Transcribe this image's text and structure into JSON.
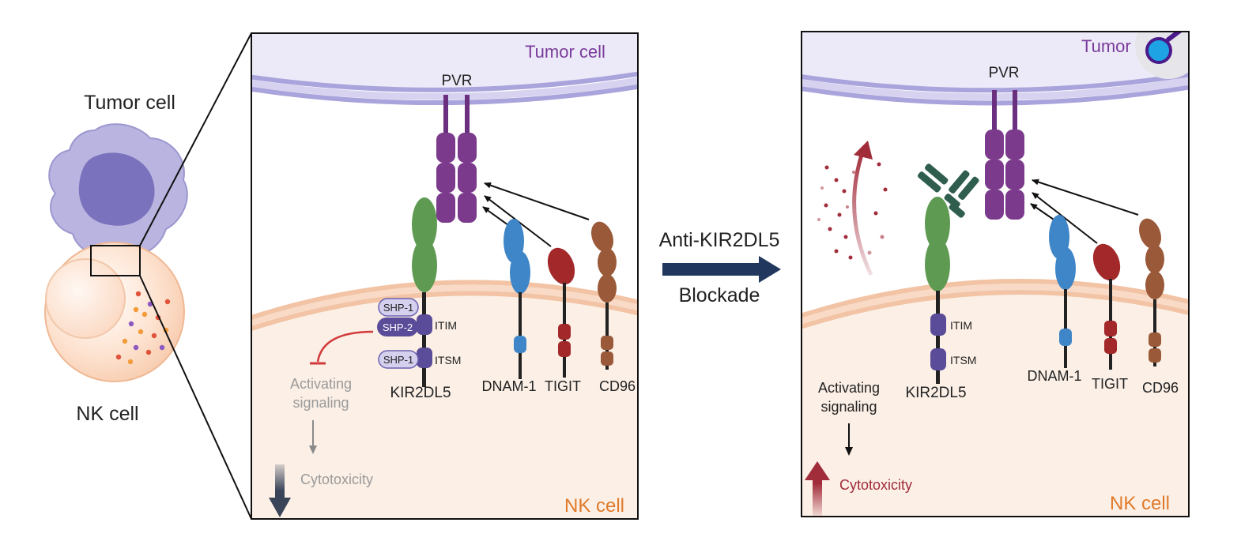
{
  "overview": {
    "tumor_label": "Tumor cell",
    "nk_label": "NK cell"
  },
  "arrow": {
    "top_label": "Anti-KIR2DL5",
    "bottom_label": "Blockade"
  },
  "left_panel": {
    "tumor_label": "Tumor cell",
    "nk_label": "NK cell",
    "pvr_label": "PVR",
    "shp1_top": "SHP-1",
    "shp2": "SHP-2",
    "shp1_bottom": "SHP-1",
    "itim": "ITIM",
    "itsm": "ITSM",
    "kir_label": "KIR2DL5",
    "dnam_label": "DNAM-1",
    "tigit_label": "TIGIT",
    "cd96_label": "CD96",
    "activating_line1": "Activating",
    "activating_line2": "signaling",
    "cytotoxicity": "Cytotoxicity"
  },
  "right_panel": {
    "tumor_label": "Tumor",
    "nk_label": "NK cell",
    "pvr_label": "PVR",
    "itim": "ITIM",
    "itsm": "ITSM",
    "kir_label": "KIR2DL5",
    "dnam_label": "DNAM-1",
    "tigit_label": "TIGIT",
    "cd96_label": "CD96",
    "activating_line1": "Activating",
    "activating_line2": "signaling",
    "cytotoxicity": "Cytotoxicity"
  },
  "colors": {
    "tumor_text": "#7a3b9a",
    "nk_text": "#e07a2a",
    "pvr": "#7b3a8c",
    "kir": "#5e9a52",
    "dnam": "#3f86c8",
    "tigit": "#a3282a",
    "cd96": "#9a5a3a",
    "shp": "#5a4c98",
    "cytotoxicity_up": "#a12c3a",
    "gray_text": "#9a9a9a"
  },
  "icons": {
    "search": "magnifier-icon"
  }
}
